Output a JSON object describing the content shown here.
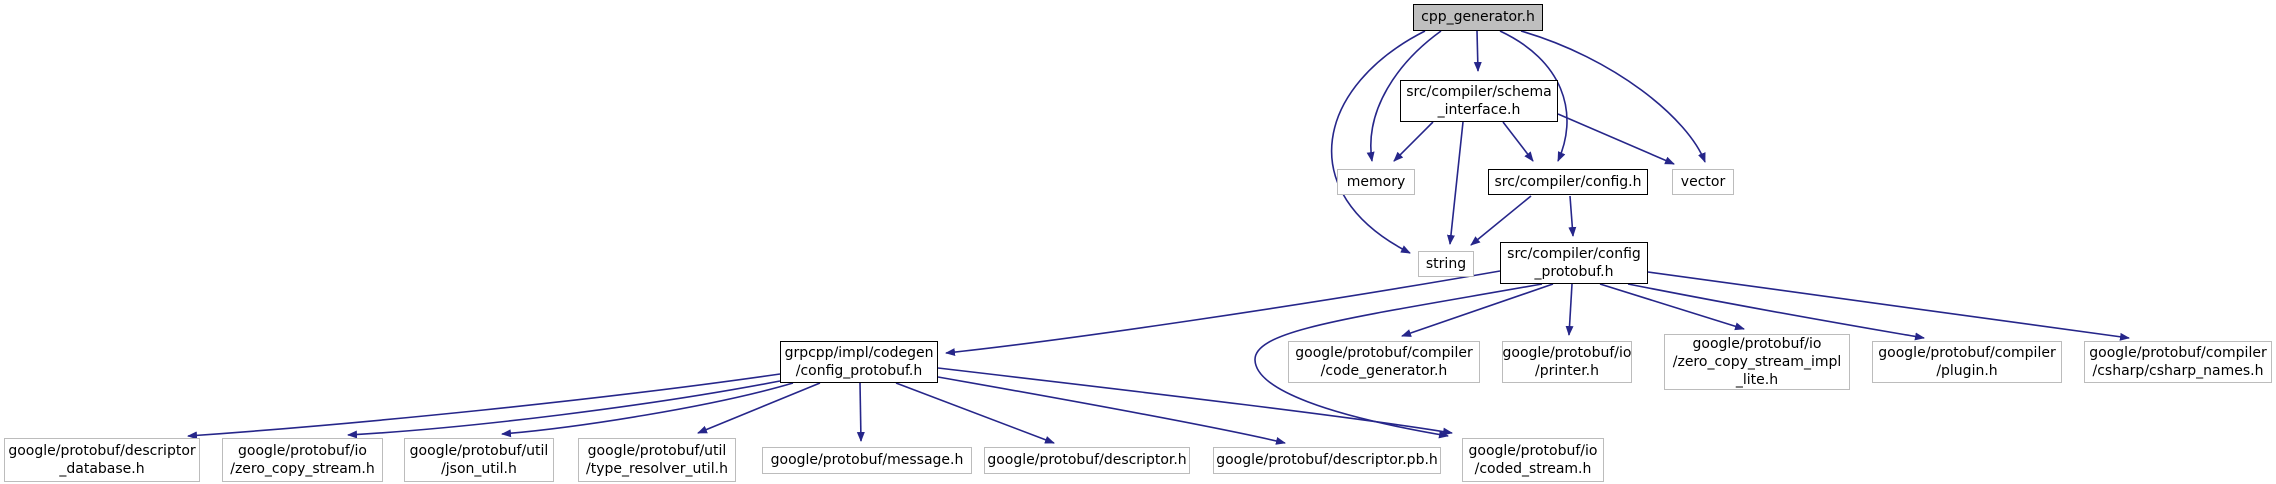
{
  "diagram_title": "cpp_generator.h include dependency graph",
  "colors": {
    "edge": "#26268a",
    "root_fill": "#bfbfbf",
    "internal_border": "#000000",
    "external_border": "#bcbcbc",
    "background": "#ffffff"
  },
  "nodes": {
    "cpp_generator": {
      "label": "cpp_generator.h",
      "kind": "root"
    },
    "schema_interface": {
      "label": "src/compiler/schema\n_interface.h",
      "kind": "internal"
    },
    "memory": {
      "label": "memory",
      "kind": "external"
    },
    "config": {
      "label": "src/compiler/config.h",
      "kind": "internal"
    },
    "vector": {
      "label": "vector",
      "kind": "external"
    },
    "string": {
      "label": "string",
      "kind": "external"
    },
    "config_protobuf": {
      "label": "src/compiler/config\n_protobuf.h",
      "kind": "internal"
    },
    "grpcpp_config_protobuf": {
      "label": "grpcpp/impl/codegen\n/config_protobuf.h",
      "kind": "internal"
    },
    "code_generator": {
      "label": "google/protobuf/compiler\n/code_generator.h",
      "kind": "external"
    },
    "printer": {
      "label": "google/protobuf/io\n/printer.h",
      "kind": "external"
    },
    "zero_copy_stream_impl_lite": {
      "label": "google/protobuf/io\n/zero_copy_stream_impl\n_lite.h",
      "kind": "external"
    },
    "plugin": {
      "label": "google/protobuf/compiler\n/plugin.h",
      "kind": "external"
    },
    "csharp_names": {
      "label": "google/protobuf/compiler\n/csharp/csharp_names.h",
      "kind": "external"
    },
    "descriptor_database": {
      "label": "google/protobuf/descriptor\n_database.h",
      "kind": "external"
    },
    "zero_copy_stream": {
      "label": "google/protobuf/io\n/zero_copy_stream.h",
      "kind": "external"
    },
    "json_util": {
      "label": "google/protobuf/util\n/json_util.h",
      "kind": "external"
    },
    "type_resolver_util": {
      "label": "google/protobuf/util\n/type_resolver_util.h",
      "kind": "external"
    },
    "message": {
      "label": "google/protobuf/message.h",
      "kind": "external"
    },
    "descriptor": {
      "label": "google/protobuf/descriptor.h",
      "kind": "external"
    },
    "descriptor_pb": {
      "label": "google/protobuf/descriptor.pb.h",
      "kind": "external"
    },
    "coded_stream": {
      "label": "google/protobuf/io\n/coded_stream.h",
      "kind": "external"
    }
  },
  "edges": [
    {
      "from": "cpp_generator",
      "to": "schema_interface"
    },
    {
      "from": "cpp_generator",
      "to": "memory"
    },
    {
      "from": "cpp_generator",
      "to": "string"
    },
    {
      "from": "cpp_generator",
      "to": "config"
    },
    {
      "from": "cpp_generator",
      "to": "vector"
    },
    {
      "from": "schema_interface",
      "to": "memory"
    },
    {
      "from": "schema_interface",
      "to": "string"
    },
    {
      "from": "schema_interface",
      "to": "config"
    },
    {
      "from": "schema_interface",
      "to": "vector"
    },
    {
      "from": "config",
      "to": "string"
    },
    {
      "from": "config",
      "to": "config_protobuf"
    },
    {
      "from": "config_protobuf",
      "to": "grpcpp_config_protobuf"
    },
    {
      "from": "config_protobuf",
      "to": "code_generator"
    },
    {
      "from": "config_protobuf",
      "to": "printer"
    },
    {
      "from": "config_protobuf",
      "to": "zero_copy_stream_impl_lite"
    },
    {
      "from": "config_protobuf",
      "to": "plugin"
    },
    {
      "from": "config_protobuf",
      "to": "csharp_names"
    },
    {
      "from": "config_protobuf",
      "to": "coded_stream"
    },
    {
      "from": "grpcpp_config_protobuf",
      "to": "descriptor_database"
    },
    {
      "from": "grpcpp_config_protobuf",
      "to": "zero_copy_stream"
    },
    {
      "from": "grpcpp_config_protobuf",
      "to": "json_util"
    },
    {
      "from": "grpcpp_config_protobuf",
      "to": "type_resolver_util"
    },
    {
      "from": "grpcpp_config_protobuf",
      "to": "message"
    },
    {
      "from": "grpcpp_config_protobuf",
      "to": "descriptor"
    },
    {
      "from": "grpcpp_config_protobuf",
      "to": "descriptor_pb"
    },
    {
      "from": "grpcpp_config_protobuf",
      "to": "coded_stream"
    }
  ]
}
